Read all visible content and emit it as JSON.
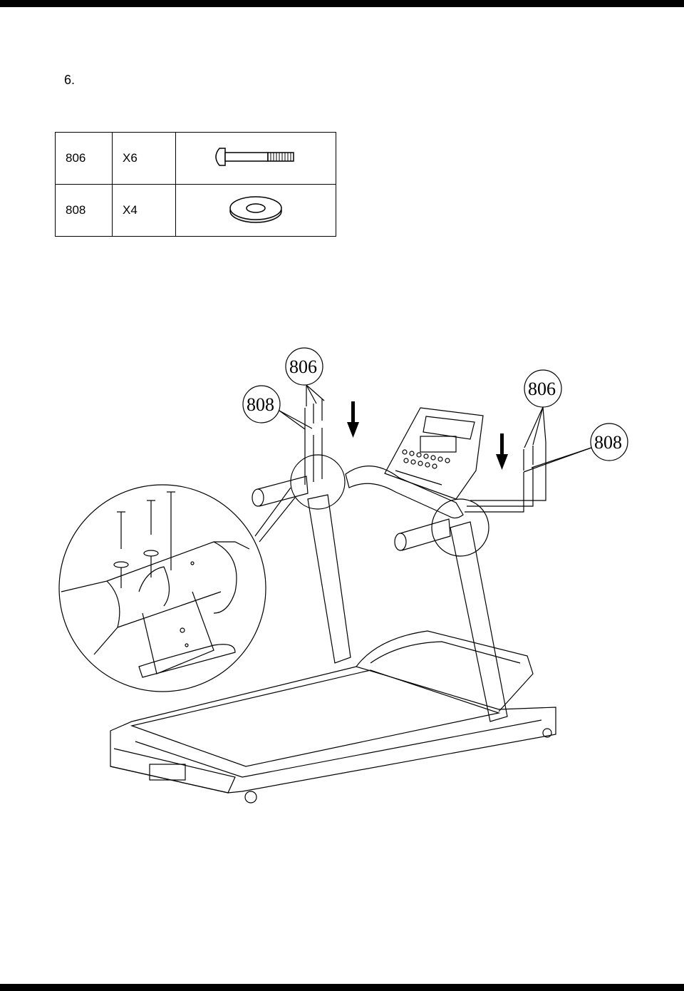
{
  "step": {
    "number": "6."
  },
  "parts": [
    {
      "id": "806",
      "qty": "X6",
      "icon": "bolt-icon"
    },
    {
      "id": "808",
      "qty": "X4",
      "icon": "washer-icon"
    }
  ],
  "callouts": {
    "left_bolt": "806",
    "left_washer": "808",
    "right_bolt": "806",
    "right_washer": "808"
  }
}
